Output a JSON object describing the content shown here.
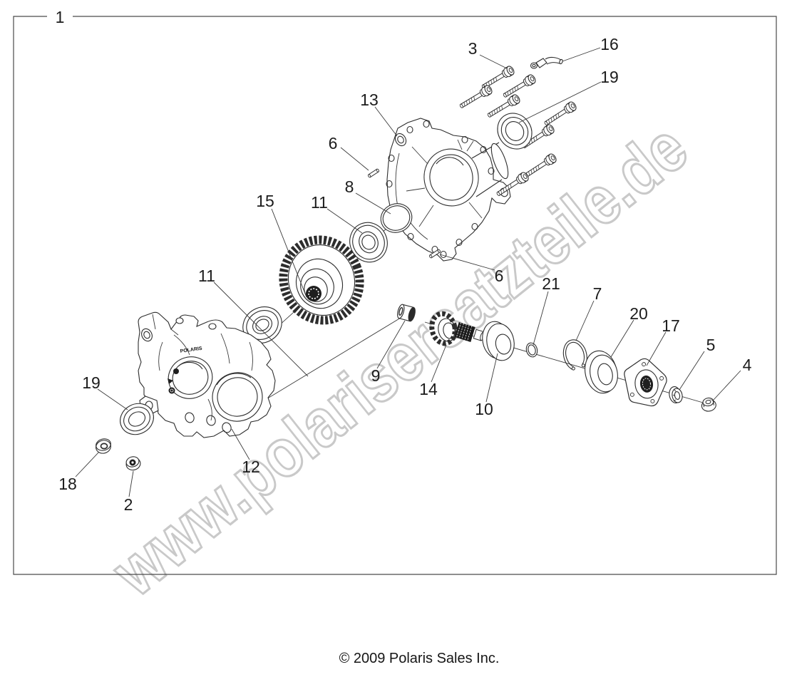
{
  "page": {
    "watermark": "www.polarisersatzteile.de",
    "copyright": "© 2009 Polaris Sales Inc.",
    "housing_brand": "POLARIS",
    "ink_color": "#2d2d2d",
    "watermark_stroke": "#c9c9c9",
    "background": "#ffffff"
  },
  "callouts": [
    {
      "label": "1"
    },
    {
      "label": "2"
    },
    {
      "label": "3"
    },
    {
      "label": "4"
    },
    {
      "label": "5"
    },
    {
      "label": "6"
    },
    {
      "label": "6"
    },
    {
      "label": "7"
    },
    {
      "label": "8"
    },
    {
      "label": "9"
    },
    {
      "label": "10"
    },
    {
      "label": "11"
    },
    {
      "label": "11"
    },
    {
      "label": "12"
    },
    {
      "label": "13"
    },
    {
      "label": "14"
    },
    {
      "label": "15"
    },
    {
      "label": "16"
    },
    {
      "label": "17"
    },
    {
      "label": "18"
    },
    {
      "label": "19"
    },
    {
      "label": "19"
    },
    {
      "label": "20"
    },
    {
      "label": "21"
    }
  ]
}
